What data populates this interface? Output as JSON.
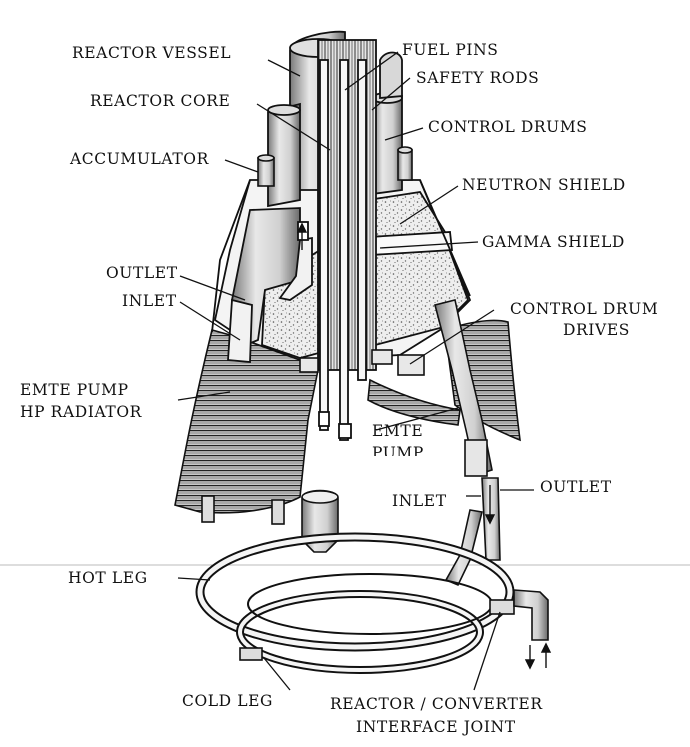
{
  "diagram": {
    "labels": {
      "reactor_vessel": "REACTOR VESSEL",
      "fuel_pins": "FUEL PINS",
      "safety_rods": "SAFETY RODS",
      "reactor_core": "REACTOR CORE",
      "control_drums": "CONTROL DRUMS",
      "accumulator": "ACCUMULATOR",
      "neutron_shield": "NEUTRON SHIELD",
      "gamma_shield": "GAMMA SHIELD",
      "outlet_left": "OUTLET",
      "inlet_left": "INLET",
      "control_drum_drives_1": "CONTROL DRUM",
      "control_drum_drives_2": "DRIVES",
      "emte_pump_radiator_1": "EMTE PUMP",
      "emte_pump_radiator_2": "HP RADIATOR",
      "emte_pump_1": "EMTE",
      "emte_pump_2": "PUMP",
      "inlet_right": "INLET",
      "outlet_right": "OUTLET",
      "hot_leg": "HOT LEG",
      "cold_leg": "COLD LEG",
      "interface_joint_1": "REACTOR / CONVERTER",
      "interface_joint_2": "INTERFACE JOINT"
    }
  }
}
